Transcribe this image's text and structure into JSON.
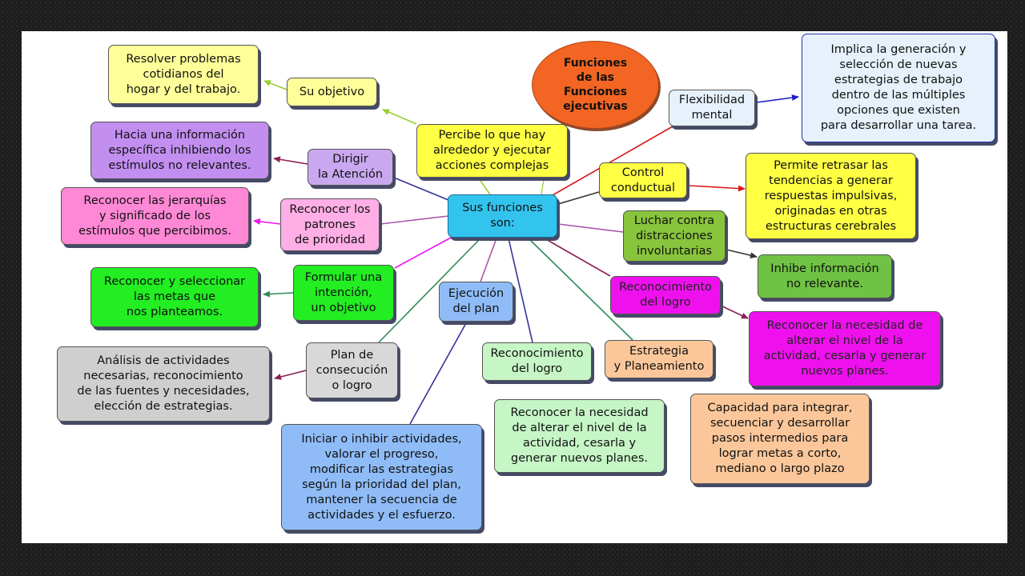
{
  "title": "Funciones\nde las\nFunciones\nejecutivas",
  "nodes": {
    "center": "Sus funciones\nson:",
    "percibe": "Percibe lo que hay\nalrededor y ejecutar\nacciones complejas",
    "objetivo": "Su objetivo",
    "resolver": "Resolver problemas\ncotidianos del\nhogar y del trabajo.",
    "dirigir": "Dirigir\nla Atención",
    "hacia": "Hacia una información\nespecífica inhibiendo los\nestímulos no relevantes.",
    "patrones": "Reconocer los\npatrones\nde prioridad",
    "jerarquias": "Reconocer las jerarquías\ny significado de los\nestímulos que percibimos.",
    "formular": "Formular una\nintención,\nun objetivo",
    "metas": "Reconocer y seleccionar\nlas metas que\nnos planteamos.",
    "plan_consecucion": "Plan de\nconsecución\no logro",
    "analisis": "Análisis de actividades\nnecesarias, reconocimiento\nde las fuentes y necesidades,\nelección de estrategias.",
    "ejecucion": "Ejecución\ndel plan",
    "iniciar": "Iniciar o inhibir actividades,\nvalorar el progreso,\nmodificar las estrategias\nsegún la prioridad del plan,\nmantener la secuencia de\nactividades y el esfuerzo.",
    "reconocimiento_1": "Reconocimiento\ndel logro",
    "necesidad_1": "Reconocer la necesidad\nde alterar el  nivel de la\nactividad, cesarla y\ngenerar nuevos planes.",
    "estrategia": "Estrategia\ny Planeamiento",
    "capacidad": "Capacidad para integrar,\nsecuenciar y desarrollar\npasos intermedios para\nlograr metas a corto,\nmediano o largo plazo",
    "flexibilidad": "Flexibilidad\nmental",
    "implica": "Implica la generación y\nselección de nuevas\nestrategias de trabajo\ndentro de las múltiples\nopciones que existen\npara desarrollar una tarea.",
    "control": "Control\nconductual",
    "permite": "Permite retrasar las\ntendencias a generar\nrespuestas impulsivas,\noriginadas en otras\nestructuras cerebrales",
    "luchar": "Luchar contra\ndistracciones\ninvoluntarias",
    "inhibe": "Inhibe información\nno relevante.",
    "reconocimiento_2": "Reconocimiento\ndel logro",
    "necesidad_2": "Reconocer la necesidad de\nalterar el nivel de la\nactividad, cesarla y generar\nnuevos planes."
  },
  "colors": {
    "yellow": "#ffff5e",
    "yellow_light": "#ffff99",
    "lavender": "#c28ef0",
    "lavender_light": "#c9a8f0",
    "pink": "#ff88d6",
    "pink_light": "#ffaee6",
    "green": "#22ee22",
    "green_light": "#a6f078",
    "gray": "#cfcfcf",
    "blue": "#8fbcf6",
    "blue_dark": "#66a3ef",
    "mint": "#c6f5c6",
    "peach": "#fbc79a",
    "light_blue": "#e6f1fb",
    "olive": "#88c43c",
    "olive_green": "#6fc243",
    "magenta": "#ee11ee",
    "cyan": "#33c4ee",
    "orange": "#f26522"
  }
}
